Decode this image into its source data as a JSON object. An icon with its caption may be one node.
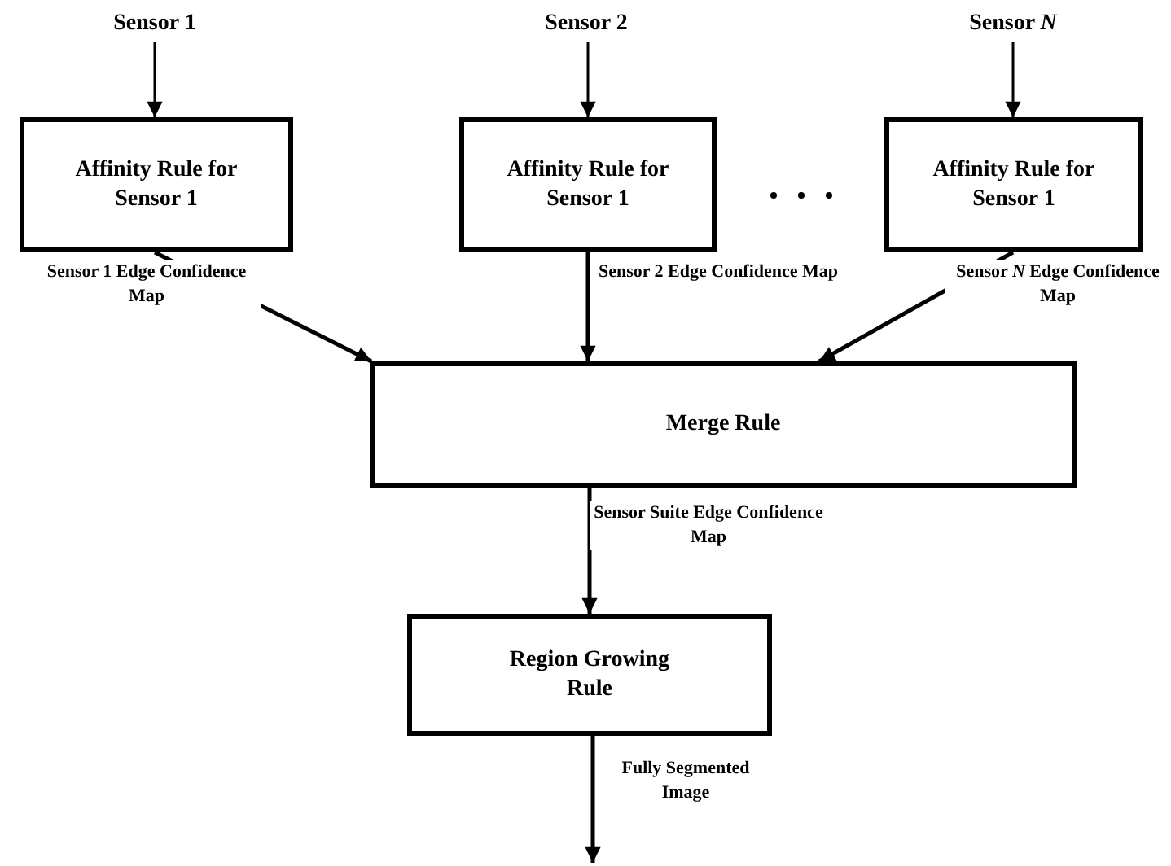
{
  "diagram": {
    "nodes": [
      {
        "text": [
          "Sensor 1"
        ]
      },
      {
        "text": [
          "Sensor 2"
        ]
      },
      {
        "text": [
          "Sensor *N*"
        ]
      },
      {
        "text": [
          "Affinity Rule for Sensor 1"
        ]
      },
      {
        "text": [
          "Affinity Rule for Sensor 1"
        ]
      },
      {
        "text": [
          "Affinity Rule for Sensor 1"
        ]
      },
      {
        "text": [
          "Merge Rule"
        ]
      },
      {
        "text": [
          "Region Growing Rule"
        ]
      }
    ],
    "edges": [
      {
        "from": 0,
        "to": 3,
        "arrow": "to"
      },
      {
        "from": 1,
        "to": 4,
        "arrow": "to"
      },
      {
        "from": 2,
        "to": 5,
        "arrow": "to"
      },
      {
        "from": 3,
        "to": 6,
        "arrow": "to",
        "label": "Sensor 1 Edge Confidence Map"
      },
      {
        "from": 4,
        "to": 6,
        "arrow": "to",
        "label": "Sensor 2 Edge Confidence Map"
      },
      {
        "from": 5,
        "to": 6,
        "arrow": "to",
        "label": "Sensor *N* Edge Confidence Map"
      },
      {
        "from": 6,
        "to": 7,
        "arrow": "to",
        "label": "Sensor Suite Edge Confidence Map"
      },
      {
        "from": 7,
        "to": null,
        "arrow": "to",
        "label": "Fully Segmented Image"
      }
    ]
  }
}
